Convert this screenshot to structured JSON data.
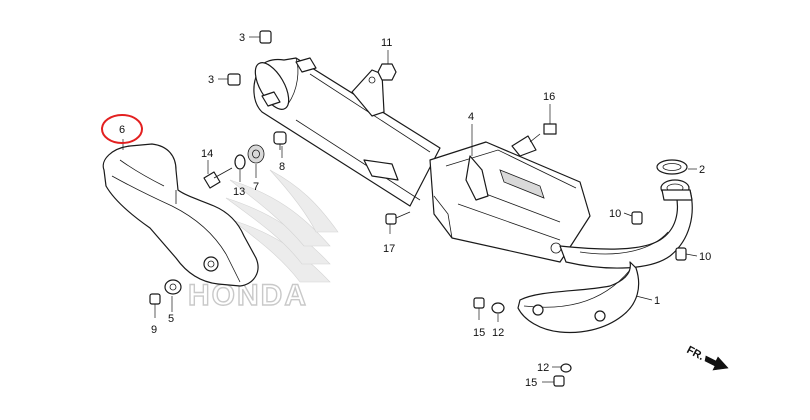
{
  "diagram": {
    "callouts": [
      {
        "key": "c3a",
        "text": "3"
      },
      {
        "key": "c3b",
        "text": "3"
      },
      {
        "key": "c11",
        "text": "11"
      },
      {
        "key": "c4",
        "text": "4"
      },
      {
        "key": "c16",
        "text": "16"
      },
      {
        "key": "c6",
        "text": "6"
      },
      {
        "key": "c14",
        "text": "14"
      },
      {
        "key": "c13",
        "text": "13"
      },
      {
        "key": "c7",
        "text": "7"
      },
      {
        "key": "c8",
        "text": "8"
      },
      {
        "key": "c2",
        "text": "2"
      },
      {
        "key": "c10a",
        "text": "10"
      },
      {
        "key": "c10b",
        "text": "10"
      },
      {
        "key": "c17",
        "text": "17"
      },
      {
        "key": "c1",
        "text": "1"
      },
      {
        "key": "c15a",
        "text": "15"
      },
      {
        "key": "c12a",
        "text": "12"
      },
      {
        "key": "c9",
        "text": "9"
      },
      {
        "key": "c5",
        "text": "5"
      },
      {
        "key": "c12b",
        "text": "12"
      },
      {
        "key": "c15b",
        "text": "15"
      }
    ],
    "direction_label": "FR.",
    "watermark_text": "HONDA",
    "highlight_color": "#e32020"
  }
}
